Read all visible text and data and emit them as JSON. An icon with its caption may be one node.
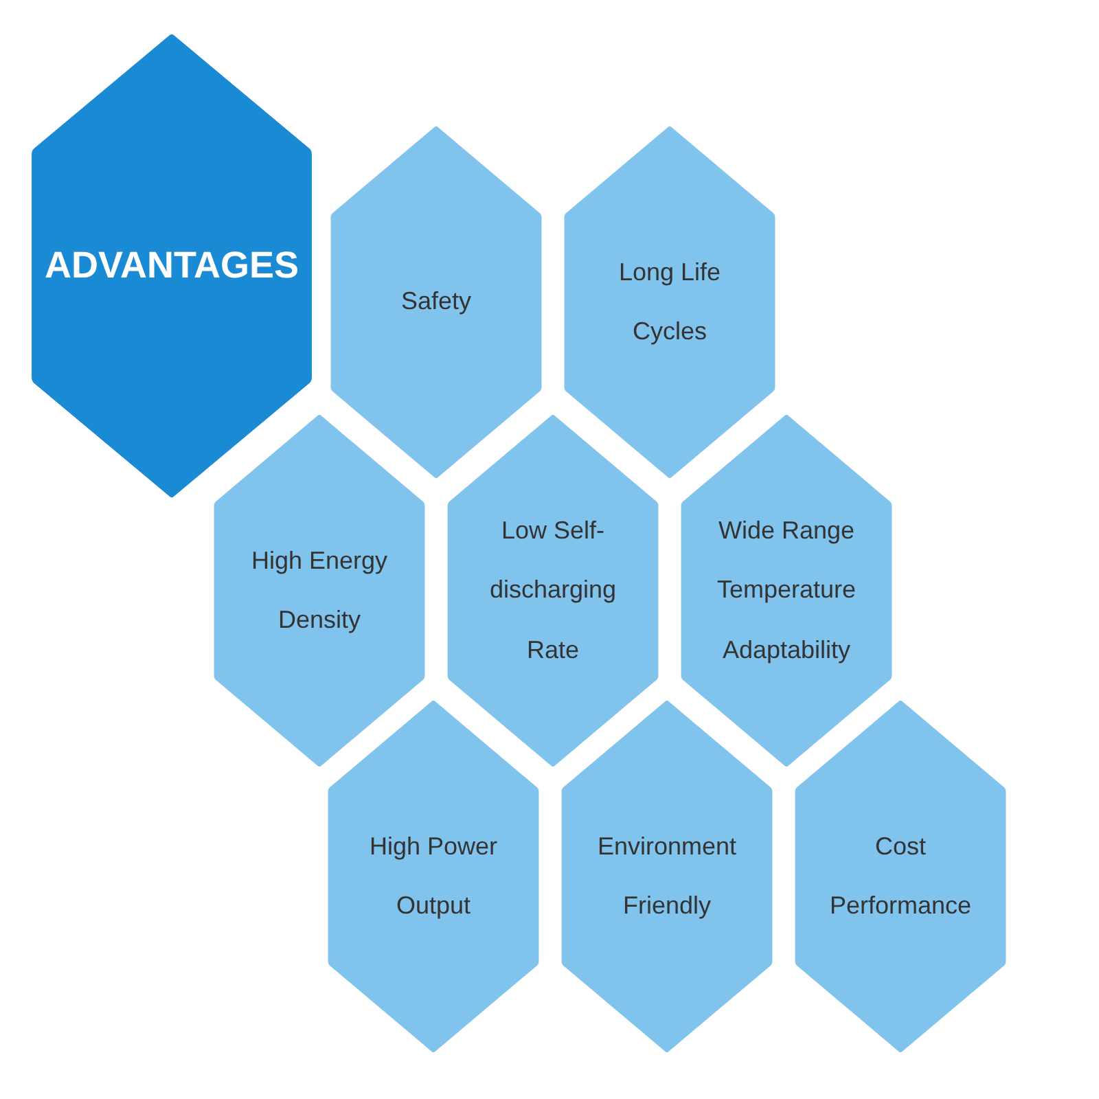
{
  "diagram": {
    "nodes": [
      {
        "text": [
          "ADVANTAGES"
        ]
      },
      {
        "text": [
          "Safety"
        ]
      },
      {
        "text": [
          "Long Life Cycles"
        ]
      },
      {
        "text": [
          "High Energy Density"
        ]
      },
      {
        "text": [
          "Low Self-discharging Rate"
        ]
      },
      {
        "text": [
          "Wide Range Temperature Adaptability"
        ]
      },
      {
        "text": [
          "High Power Output"
        ]
      },
      {
        "text": [
          "Environment Friendly"
        ]
      },
      {
        "text": [
          "Cost Performance"
        ]
      }
    ]
  }
}
